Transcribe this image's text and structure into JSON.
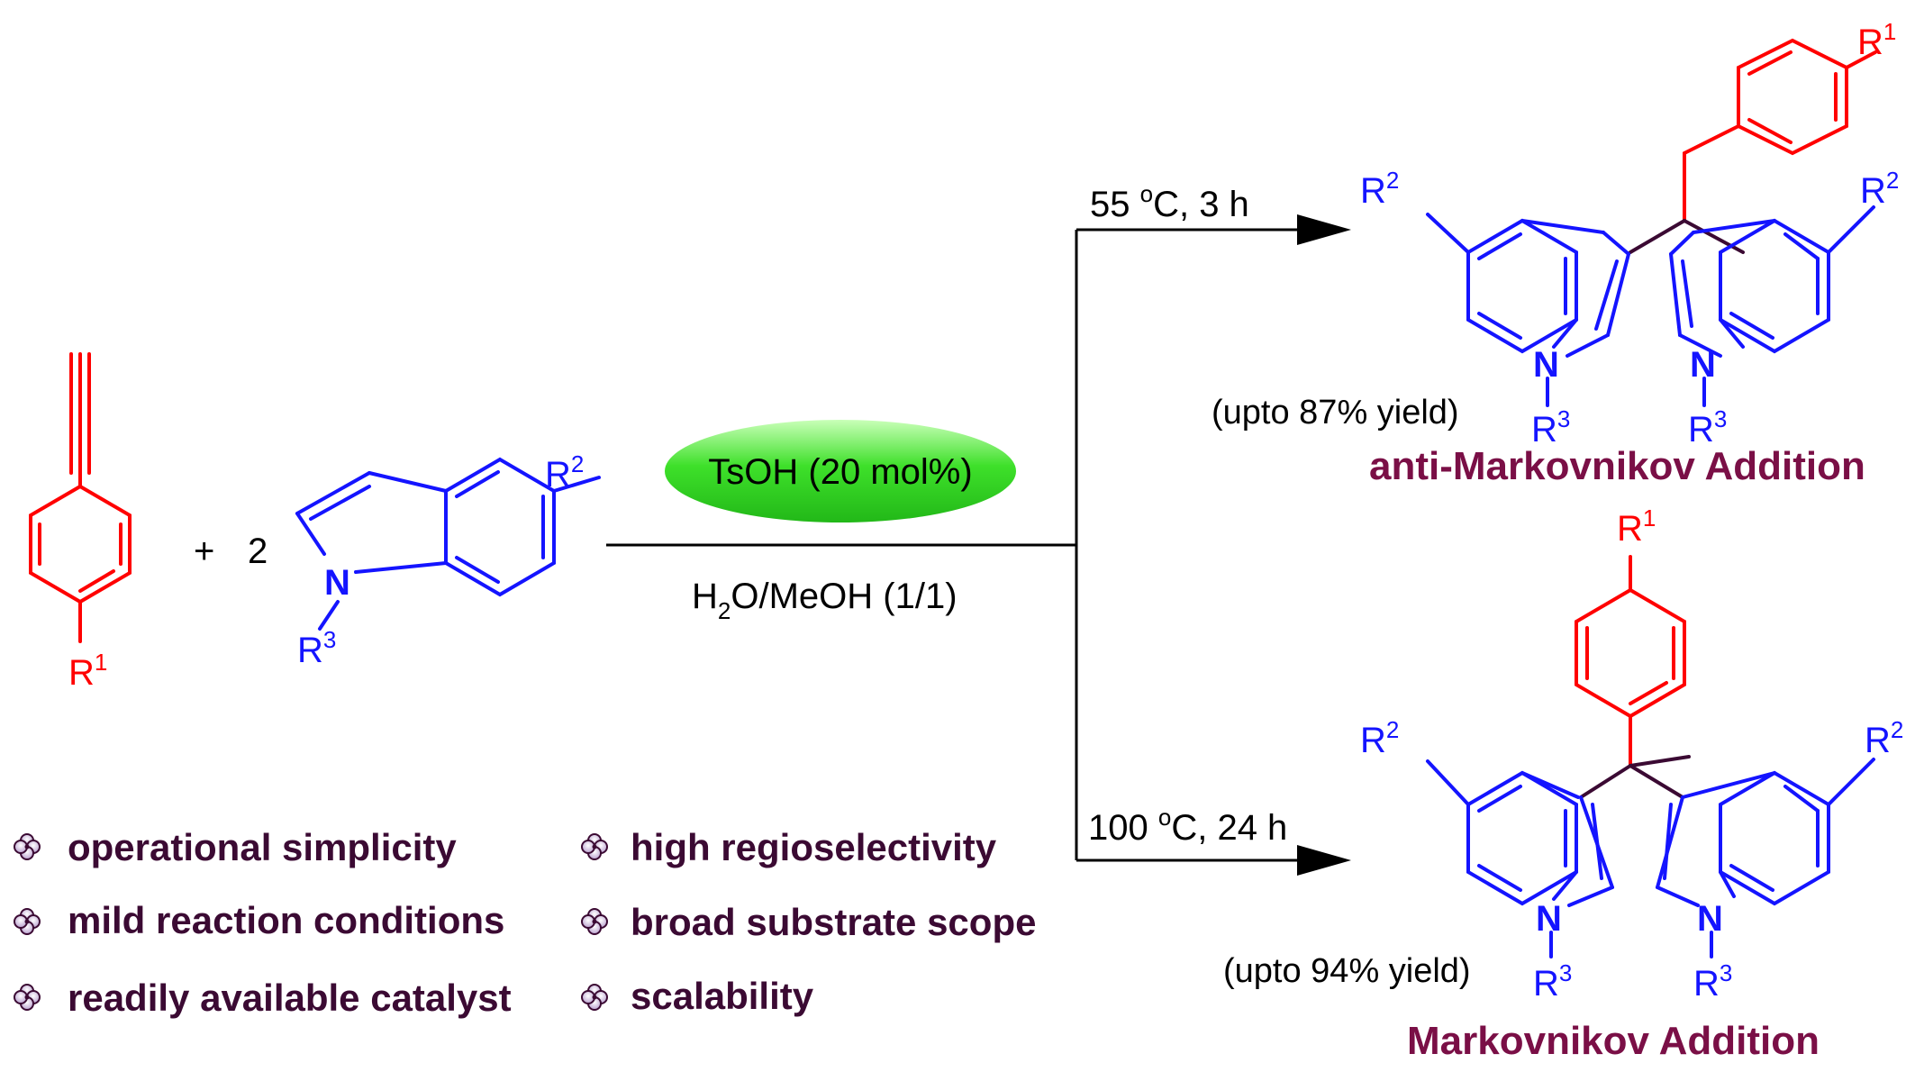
{
  "colors": {
    "red": "#ff0000",
    "blue": "#1414ff",
    "dark_purple": "#3b0a33",
    "title_maroon": "#7a0f46",
    "black": "#000000",
    "catalyst_green": "#33dd22"
  },
  "reactants": {
    "alkyne_sub": "R",
    "alkyne_sub_num": "1",
    "plus": "+",
    "coeff": "2",
    "indole_n": "N",
    "indole_r2": "R",
    "indole_r2_num": "2",
    "indole_r3": "R",
    "indole_r3_num": "3"
  },
  "conditions": {
    "catalyst": "TsOH (20 mol%)",
    "solvent_pre": "H",
    "solvent_sub": "2",
    "solvent_post": "O/MeOH (1/1)",
    "upper_temp_value": "55 ",
    "upper_temp_deg": "o",
    "upper_temp_rest": "C, 3 h",
    "lower_temp_value": "100 ",
    "lower_temp_deg": "o",
    "lower_temp_rest": "C, 24 h"
  },
  "products": {
    "upper_yield": "(upto 87% yield)",
    "upper_title": "anti-Markovnikov Addition",
    "lower_yield": "(upto 94% yield)",
    "lower_title": "Markovnikov Addition",
    "r1": "R",
    "r1_num": "1",
    "r2": "R",
    "r2_num": "2",
    "r3": "R",
    "r3_num": "3",
    "n": "N"
  },
  "features": {
    "bullet_icon": "clover-bullet-icon",
    "left": [
      "operational simplicity",
      "mild reaction conditions",
      "readily available catalyst"
    ],
    "right": [
      "high regioselectivity",
      "broad substrate scope",
      "scalability"
    ]
  }
}
